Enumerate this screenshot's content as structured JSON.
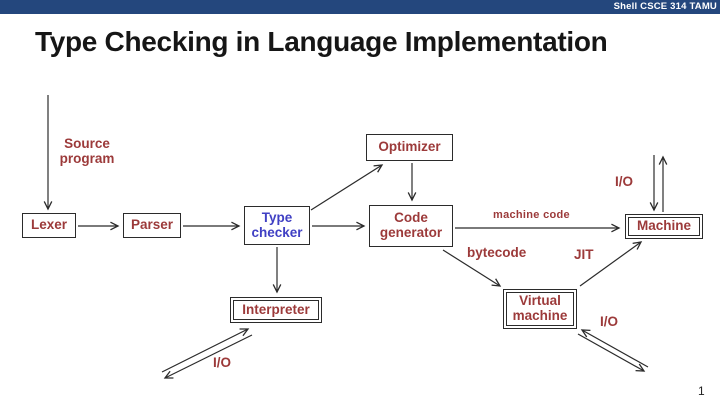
{
  "page": {
    "page_number": "1"
  },
  "header": {
    "course_tag": "Shell CSCE 314 TAMU",
    "bar_color": "#24477D",
    "text_color": "#FFFFFF"
  },
  "title": {
    "text": "Type Checking in Language Implementation"
  },
  "colors": {
    "node_text": "#9C3A3A",
    "highlight_node_text": "#4040C4",
    "line": "#2B2B2B",
    "box_background": "#FFFFFF"
  },
  "diagram": {
    "nodes": {
      "source_program": {
        "label": "Source program"
      },
      "lexer": {
        "label": "Lexer"
      },
      "parser": {
        "label": "Parser"
      },
      "type_checker": {
        "label": "Type checker"
      },
      "optimizer": {
        "label": "Optimizer"
      },
      "code_generator": {
        "label": "Code generator"
      },
      "interpreter": {
        "label": "Interpreter"
      },
      "virtual_machine": {
        "label": "Virtual machine"
      },
      "machine": {
        "label": "Machine"
      }
    },
    "edge_labels": {
      "machine_code": "machine code",
      "bytecode": "bytecode",
      "jit": "JIT",
      "io_machine": "I/O",
      "io_interpreter": "I/O",
      "io_vm": "I/O"
    }
  }
}
